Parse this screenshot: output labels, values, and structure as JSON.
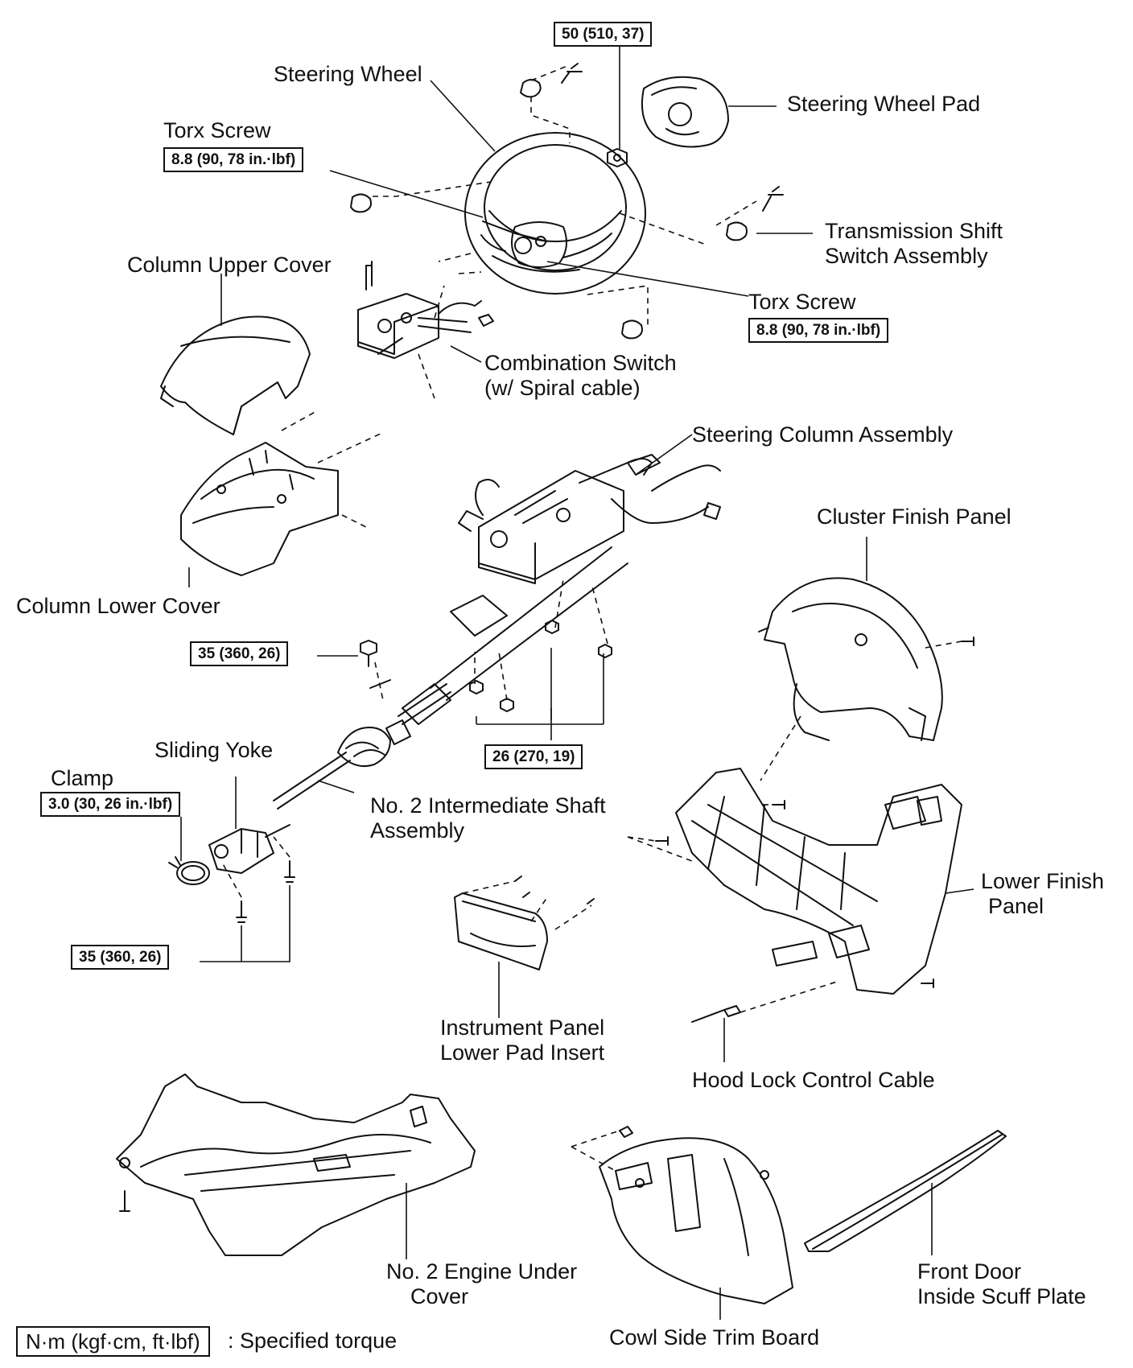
{
  "labels": {
    "steering_wheel": "Steering Wheel",
    "steering_wheel_pad": "Steering Wheel Pad",
    "torx_screw_left": "Torx Screw",
    "torx_screw_right": "Torx Screw",
    "transmission_shift_1": "Transmission Shift",
    "transmission_shift_2": "Switch Assembly",
    "column_upper_cover": "Column Upper Cover",
    "combination_switch_1": "Combination Switch",
    "combination_switch_2": "(w/ Spiral cable)",
    "steering_column_assembly": "Steering Column Assembly",
    "cluster_finish_panel": "Cluster Finish Panel",
    "column_lower_cover": "Column Lower Cover",
    "sliding_yoke": "Sliding Yoke",
    "clamp": "Clamp",
    "intermediate_shaft_1": "No. 2 Intermediate Shaft",
    "intermediate_shaft_2": "Assembly",
    "lower_finish_panel_1": "Lower Finish",
    "lower_finish_panel_2": "Panel",
    "ip_lower_pad_1": "Instrument Panel",
    "ip_lower_pad_2": "Lower Pad Insert",
    "hood_lock_cable": "Hood Lock Control Cable",
    "engine_under_cover_1": "No. 2 Engine Under",
    "engine_under_cover_2": "Cover",
    "cowl_side_trim": "Cowl Side Trim Board",
    "scuff_plate_1": "Front Door",
    "scuff_plate_2": "Inside Scuff Plate"
  },
  "torques": {
    "wheel_nut": "50 (510, 37)",
    "torx_left": "8.8 (90, 78 in.·lbf)",
    "torx_right": "8.8 (90, 78 in.·lbf)",
    "column_bolt": "35 (360, 26)",
    "column_nuts": "26 (270, 19)",
    "clamp": "3.0 (30, 26 in.·lbf)",
    "yoke_bolts": "35 (360, 26)"
  },
  "legend": {
    "unit": "N·m (kgf·cm, ft·lbf)",
    "text": ": Specified torque"
  }
}
